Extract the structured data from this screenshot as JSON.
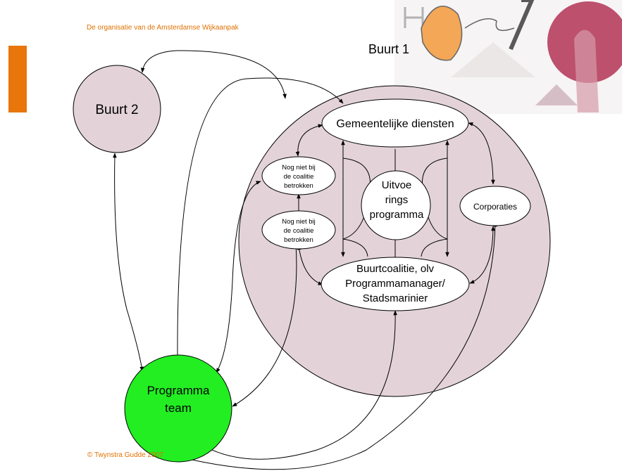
{
  "header": {
    "title": "De organisatie van de Amsterdamse Wijkaanpak"
  },
  "footer": {
    "copyright": "© Twynstra Gudde  2007"
  },
  "nodes": {
    "buurt1": "Buurt 1",
    "buurt2": "Buurt 2",
    "gemeente": "Gemeentelijke diensten",
    "uitvoering": [
      "Uitvoe",
      "rings",
      "programma"
    ],
    "nog_niet_1": [
      "Nog niet bij",
      "de coalitie",
      "betrokken"
    ],
    "nog_niet_2": [
      "Nog niet bij",
      "de coalitie",
      "betrokken"
    ],
    "corporaties": "Corporaties",
    "buurtcoalitie": [
      "Buurtcoalitie, olv",
      "Programmamanager/",
      "Stadsmarinier"
    ],
    "programmateam": [
      "Programma",
      "team"
    ]
  },
  "colors": {
    "accent": "#e8760a",
    "header_text": "#e07000",
    "neighbourhood_fill": "#e3d3d8",
    "team_fill": "#22ee22",
    "line": "#000000"
  },
  "decoration": {
    "banner": "sketch-illustrations-icon"
  }
}
